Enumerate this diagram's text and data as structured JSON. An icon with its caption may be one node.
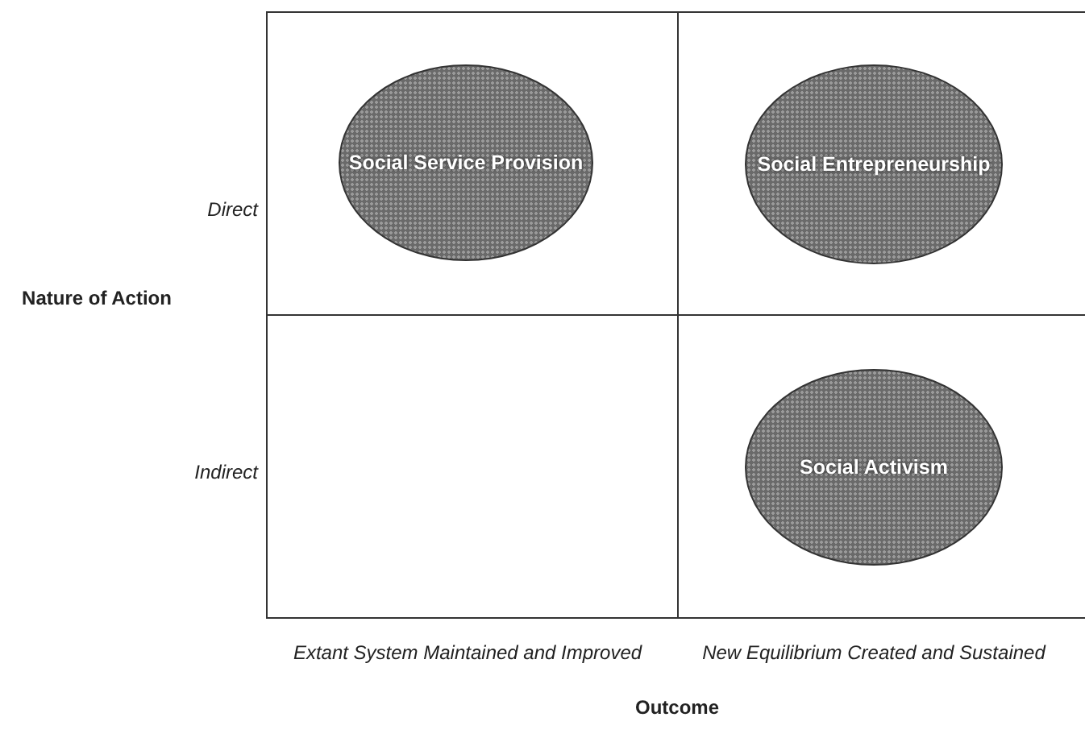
{
  "diagram": {
    "nodes": [
      {
        "text": [
          "Social Service Provision"
        ]
      },
      {
        "text": [
          "Social Entrepreneurship"
        ]
      },
      {
        "text": [
          "Social Activism"
        ]
      }
    ],
    "labels": [
      "Direct",
      "Nature of Action",
      "Indirect",
      "Extant System Maintained and Improved",
      "New Equilibrium Created and Sustained",
      "Outcome"
    ]
  }
}
